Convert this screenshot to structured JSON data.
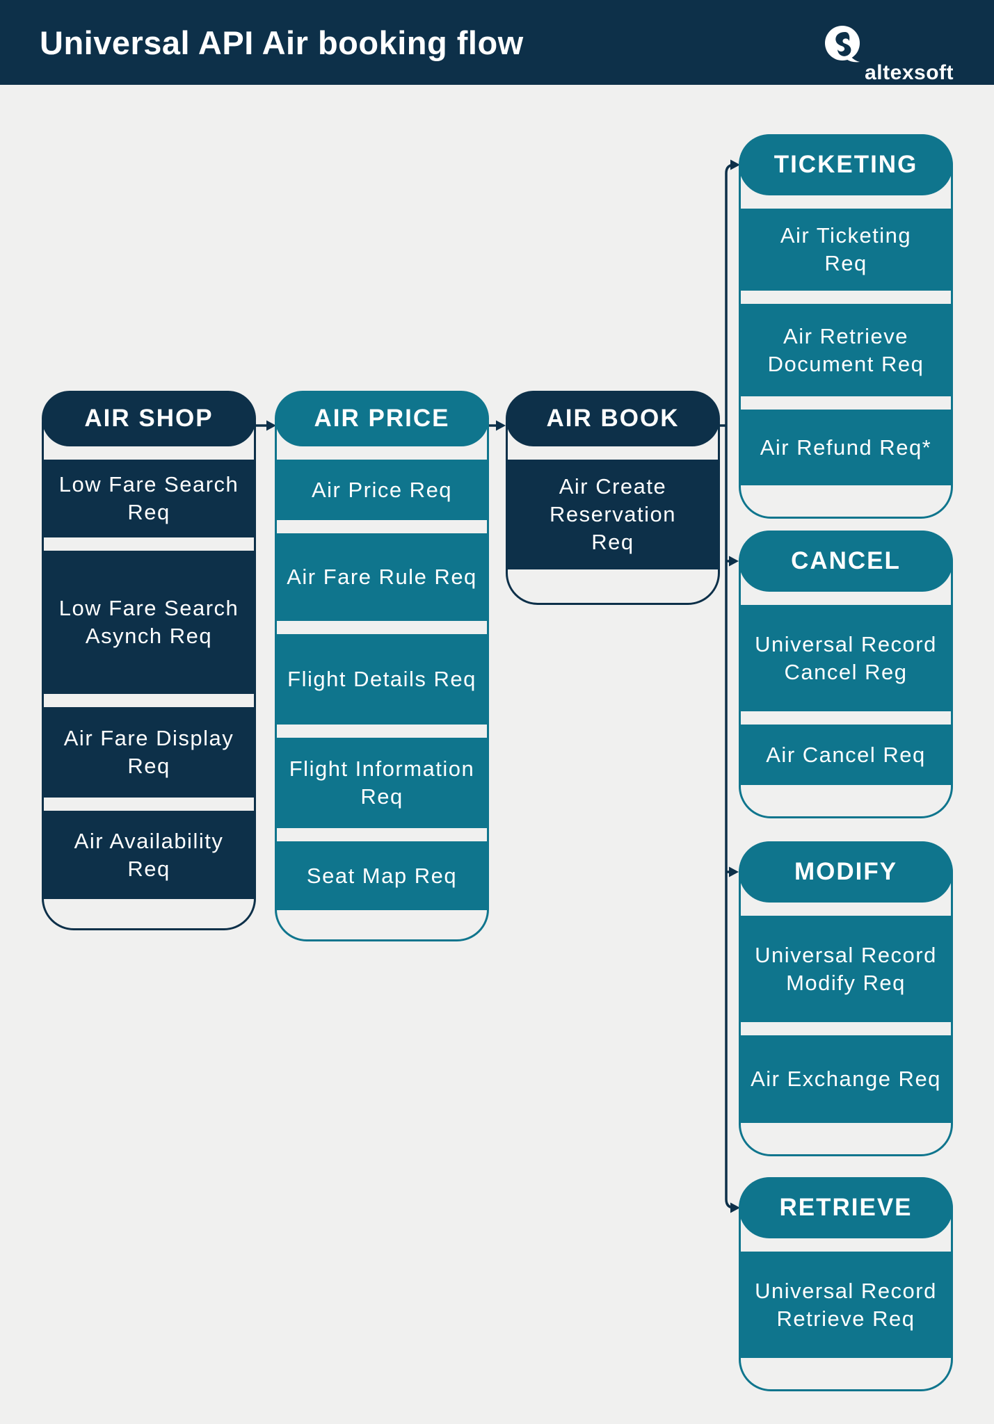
{
  "colors": {
    "background": "#f0f0ef",
    "navy": "#0d3049",
    "teal": "#0f758d",
    "text": "#ffffff"
  },
  "header": {
    "title": "Universal API Air booking flow",
    "logo_text": "altexsoft"
  },
  "flow": {
    "air_shop": {
      "title": "AIR SHOP",
      "items": [
        "Low Fare Search\nReq",
        "Low Fare Search\nAsynch Req",
        "Air Fare Display\nReq",
        "Air Availability\nReq"
      ]
    },
    "air_price": {
      "title": "AIR PRICE",
      "items": [
        "Air Price Req",
        "Air Fare Rule Req",
        "Flight Details Req",
        "Flight Information\nReq",
        "Seat Map Req"
      ]
    },
    "air_book": {
      "title": "AIR BOOK",
      "items": [
        "Air Create\nReservation\nReq"
      ]
    },
    "ticketing": {
      "title": "TICKETING",
      "items": [
        "Air Ticketing\nReq",
        "Air Retrieve\nDocument Req",
        "Air Refund Req*"
      ]
    },
    "cancel": {
      "title": "CANCEL",
      "items": [
        "Universal Record\nCancel Reg",
        "Air Cancel Req"
      ]
    },
    "modify": {
      "title": "MODIFY",
      "items": [
        "Universal Record\nModify Req",
        "Air Exchange Req"
      ]
    },
    "retrieve": {
      "title": "RETRIEVE",
      "items": [
        "Universal Record\nRetrieve Req"
      ]
    }
  }
}
